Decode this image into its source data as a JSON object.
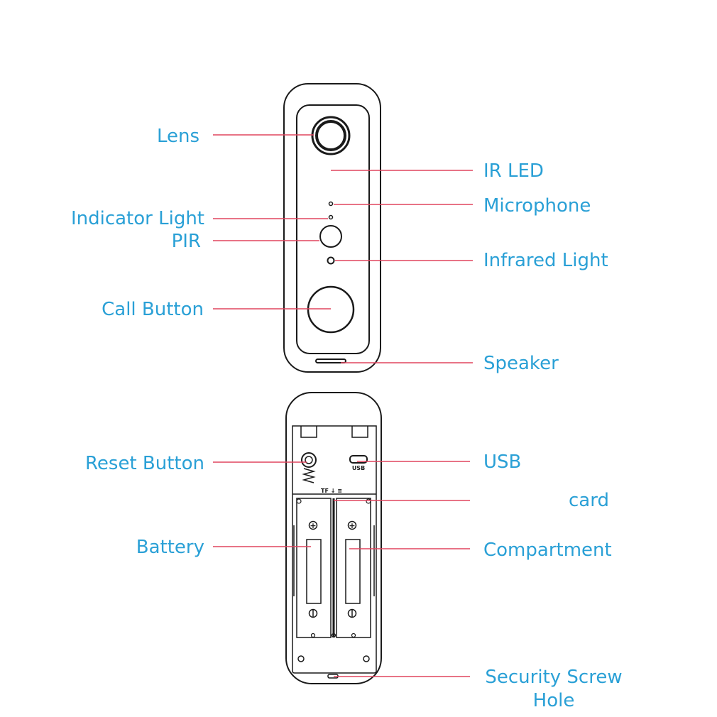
{
  "colors": {
    "label": "#2aa0d6",
    "leader": "#e0455e",
    "outline": "#1a1a1a"
  },
  "front_labels": {
    "lens": "Lens",
    "ir_led": "IR LED",
    "microphone": "Microphone",
    "indicator_light": "Indicator Light",
    "pir": "PIR",
    "infrared_light": "Infrared Light",
    "call_button": "Call Button",
    "speaker": "Speaker"
  },
  "back_labels": {
    "reset_button": "Reset Button",
    "usb": "USB",
    "card": "card",
    "battery": "Battery",
    "compartment": "Compartment",
    "security_screw_line1": "Security Screw",
    "security_screw_line2": "Hole"
  },
  "device_marks": {
    "usb_port_text": "USB",
    "tf_slot_text": "TF ↓ ≡",
    "plus_sign": "+"
  }
}
